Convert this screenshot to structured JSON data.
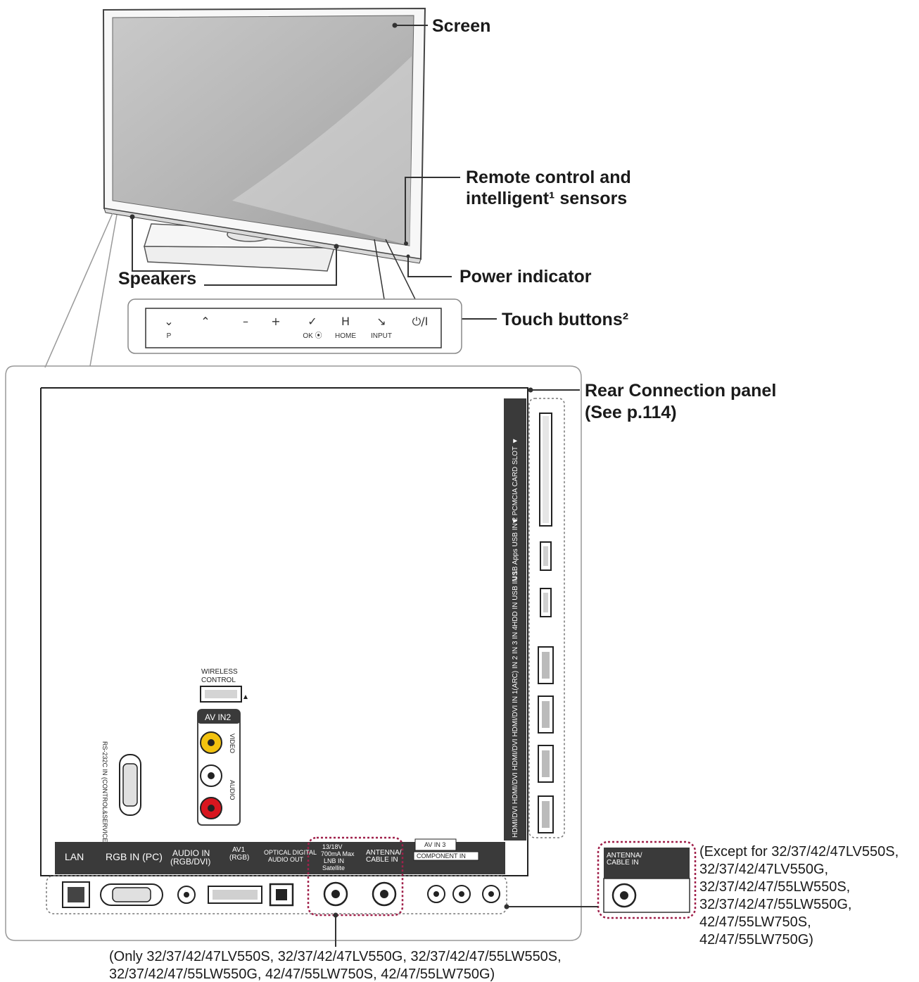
{
  "callouts": {
    "screen": "Screen",
    "remote_line1": "Remote control and",
    "remote_line2": "intelligent¹ sensors",
    "speakers": "Speakers",
    "power": "Power indicator",
    "touch": "Touch buttons²",
    "rear_line1": "Rear Connection panel",
    "rear_line2": "(See p.114)"
  },
  "touch_buttons": [
    {
      "symbol": "⌄",
      "label": "P"
    },
    {
      "symbol": "⌃",
      "label": ""
    },
    {
      "symbol": "–",
      "label": ""
    },
    {
      "symbol": "+",
      "label": ""
    },
    {
      "symbol": "✓",
      "label": "OK ⦿"
    },
    {
      "symbol": "H",
      "label": "HOME"
    },
    {
      "symbol": "↘",
      "label": "INPUT"
    },
    {
      "symbol": "⏻/I",
      "label": ""
    }
  ],
  "side_panel": {
    "pcmcia": "▼ PCMCIA CARD SLOT ▼",
    "usb2": "USB Apps USB IN 2",
    "usb1": "HDD IN USB IN 1",
    "hdmi": "HDMI/DVI HDMI/DVI HDMI/DVI HDMI/DVI IN 1(ARC) IN 2 IN 3 IN 4"
  },
  "mid_panel": {
    "wireless_line1": "WIRELESS",
    "wireless_line2": "CONTROL",
    "av_in2": "AV IN2",
    "video": "VIDEO",
    "audio": "AUDIO",
    "rs232c": "RS-232C IN (CONTROL&SERVICE)"
  },
  "bottom_panel": {
    "lan": "LAN",
    "rgb": "RGB IN (PC)",
    "audio_line1": "AUDIO IN",
    "audio_line2": "(RGB/DVI)",
    "av1_line1": "AV1",
    "av1_line2": "(RGB)",
    "optical_line1": "OPTICAL DIGITAL",
    "optical_line2": "AUDIO OUT",
    "sat_line1": "13/18V",
    "sat_line2": "700mA Max",
    "sat_line3": "LNB IN",
    "sat_line4": "Satellite",
    "antenna_line1": "ANTENNA/",
    "antenna_line2": "CABLE IN",
    "av_in3": "AV IN 3",
    "component": "COMPONENT IN"
  },
  "notes": {
    "only_line1": "(Only 32/37/42/47LV550S, 32/37/42/47LV550G, 32/37/42/47/55LW550S,",
    "only_line2": "32/37/42/47/55LW550G, 42/47/55LW750S, 42/47/55LW750G)",
    "except_line1": "(Except for 32/37/42/47LV550S,",
    "except_line2": "32/37/42/47LV550G,",
    "except_line3": "32/37/42/47/55LW550S,",
    "except_line4": "32/37/42/47/55LW550G,",
    "except_line5": "42/47/55LW750S,",
    "except_line6": "42/47/55LW750G)",
    "ext_antenna_line1": "ANTENNA/",
    "ext_antenna_line2": "CABLE IN"
  },
  "colors": {
    "dark_strip": "#3a3a3a",
    "dotted_red": "#a0204a",
    "video_yellow": "#f2c20f",
    "audio_red": "#d8161f"
  }
}
